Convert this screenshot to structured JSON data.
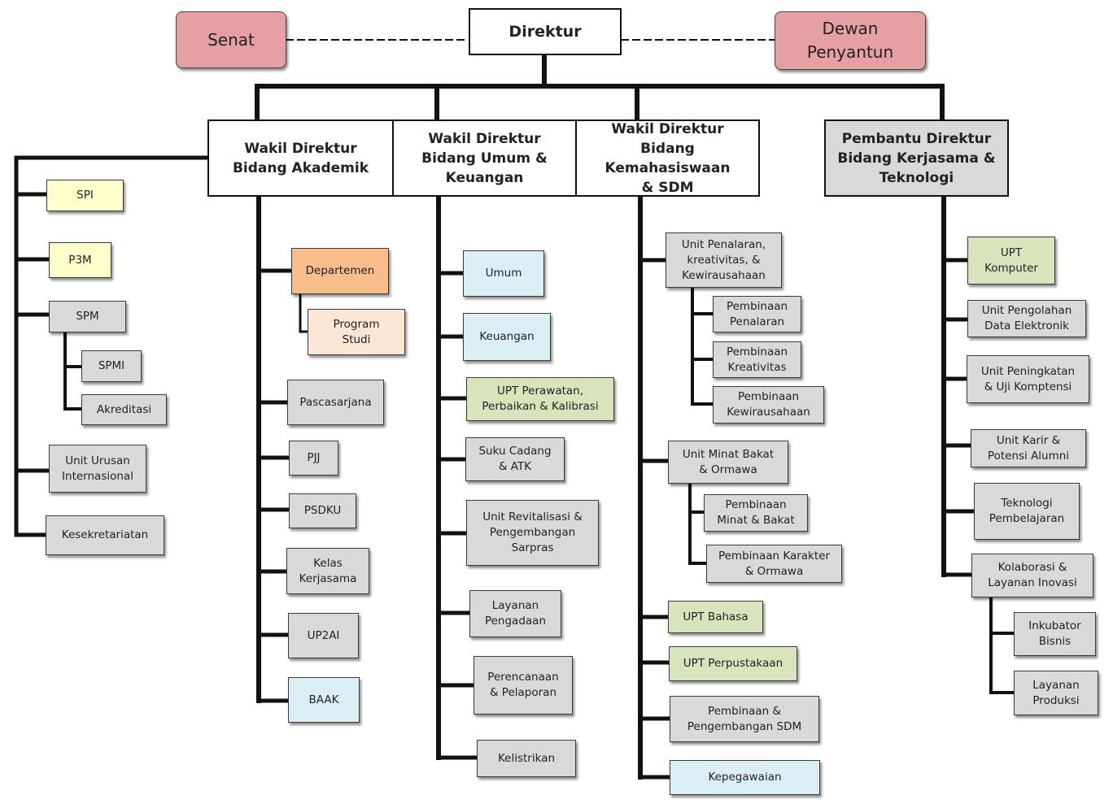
{
  "title_boxes": {
    "direktur": "Direktur",
    "senat": "Senat",
    "dewan": "Dewan\nPenyantun"
  },
  "heads": {
    "akademik": "Wakil Direktur\nBidang Akademik",
    "umum": "Wakil Direktur\nBidang Umum &\nKeuangan",
    "kemahasiswaan": "Wakil Direktur\nBidang Kemahasiswaan\n& SDM",
    "kerjasama": "Pembantu Direktur\nBidang Kerjasama &\nTeknologi"
  },
  "left_units": {
    "spi": "SPI",
    "p3m": "P3M",
    "spm": "SPM",
    "spmi": "SPMI",
    "akreditasi": "Akreditasi",
    "unit_urusan": "Unit Urusan\nInternasional",
    "kesekretariatan": "Kesekretariatan"
  },
  "akademik_units": {
    "departemen": "Departemen",
    "program_studi": "Program\nStudi",
    "pascasarjana": "Pascasarjana",
    "pjj": "PJJ",
    "psdku": "PSDKU",
    "kelas_kerjasama": "Kelas\nKerjasama",
    "up2ai": "UP2AI",
    "baak": "BAAK"
  },
  "umum_units": {
    "umum": "Umum",
    "keuangan": "Keuangan",
    "upt_perawatan": "UPT Perawatan,\nPerbaikan & Kalibrasi",
    "suku_cadang": "Suku Cadang\n& ATK",
    "unit_revitalisasi": "Unit Revitalisasi &\nPengembangan\nSarpras",
    "layanan_pengadaan": "Layanan\nPengadaan",
    "perencanaan": "Perencanaan\n& Pelaporan",
    "kelistrikan": "Kelistrikan"
  },
  "kemahasiswaan_units": {
    "unit_penalaran": "Unit Penalaran,\nkreativitas, &\nKewirausahaan",
    "pembinaan_penalaran": "Pembinaan\nPenalaran",
    "pembinaan_kreativitas": "Pembinaan\nKreativitas",
    "pembinaan_kewirausahaan": "Pembinaan\nKewirausahaan",
    "unit_minat_bakat": "Unit Minat Bakat\n&  Ormawa",
    "pembinaan_minat_bakat": "Pembinaan\nMinat & Bakat",
    "pembinaan_karakter": "Pembinaan  Karakter\n& Ormawa",
    "upt_bahasa": "UPT Bahasa",
    "upt_perpustakaan": "UPT Perpustakaan",
    "pembinaan_sdm": "Pembinaan &\nPengembangan SDM",
    "kepegawaian": "Kepegawaian"
  },
  "kerjasama_units": {
    "upt_komputer": "UPT\nKomputer",
    "unit_pengolahan": "Unit Pengolahan\nData Elektronik",
    "unit_peningkatan": "Unit Peningkatan\n& Uji Komptensi",
    "unit_karir": "Unit Karir &\nPotensi Alumni",
    "teknologi_pembelajaran": "Teknologi\nPembelajaran",
    "kolaborasi": "Kolaborasi &\nLayanan Inovasi",
    "inkubator": "Inkubator\nBisnis",
    "layanan_produksi": "Layanan\nProduksi"
  },
  "colors": {
    "pink": "#e6a0a4",
    "yellow": "#ffffcc",
    "orange": "#f7bd8a",
    "peach": "#fbe5d5",
    "blue": "#dbeef4",
    "green": "#d8e4bc",
    "grey": "#d9d9d9"
  }
}
